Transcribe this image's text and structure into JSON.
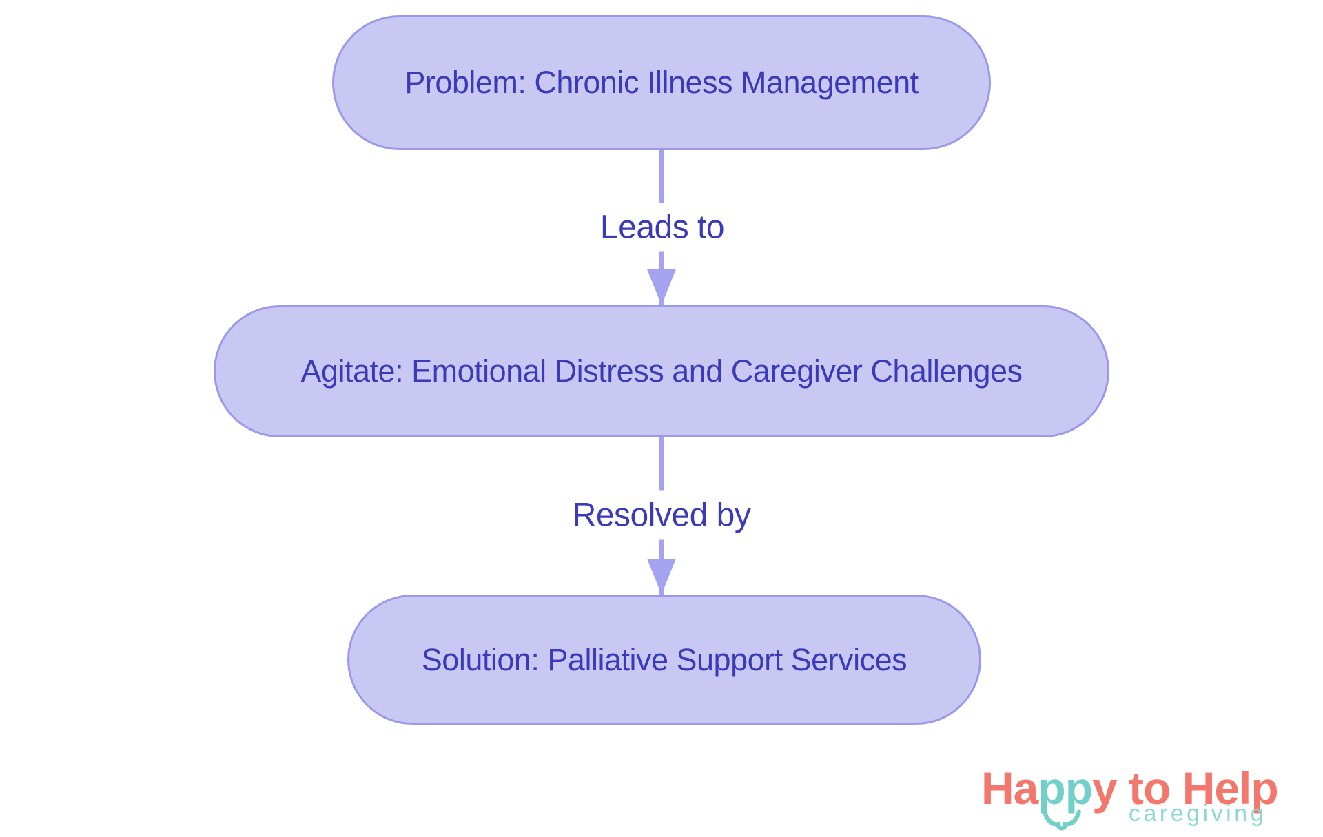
{
  "diagram": {
    "type": "flowchart",
    "direction": "top-down",
    "nodes": [
      {
        "id": "problem",
        "label": "Problem: Chronic Illness Management"
      },
      {
        "id": "agitate",
        "label": "Agitate: Emotional Distress and Caregiver Challenges"
      },
      {
        "id": "solution",
        "label": "Solution: Palliative Support Services"
      }
    ],
    "edges": [
      {
        "from": "problem",
        "to": "agitate",
        "label": "Leads to"
      },
      {
        "from": "agitate",
        "to": "solution",
        "label": "Resolved by"
      }
    ]
  },
  "logo": {
    "title_part1": "Ha",
    "title_part2": "pp",
    "title_part3": "y to Help",
    "subtitle": "caregiving"
  },
  "colors": {
    "node_fill": "#c9c8f3",
    "node_border": "#9b99ea",
    "node_text": "#3b3ab8",
    "arrow": "#a5a3ef",
    "label_text": "#3b3ab8",
    "logo_coral": "#f3776d",
    "logo_teal": "#72cfca",
    "logo_subtitle": "#8dd8d3"
  }
}
